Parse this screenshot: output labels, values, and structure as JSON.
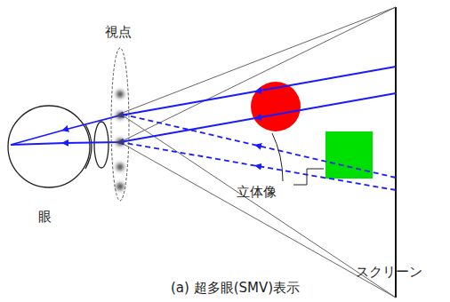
{
  "diagram": {
    "caption": "(a) 超多眼(SMV)表示",
    "labels": [
      "視点",
      "眼",
      "立体像",
      "スクリーン"
    ]
  }
}
